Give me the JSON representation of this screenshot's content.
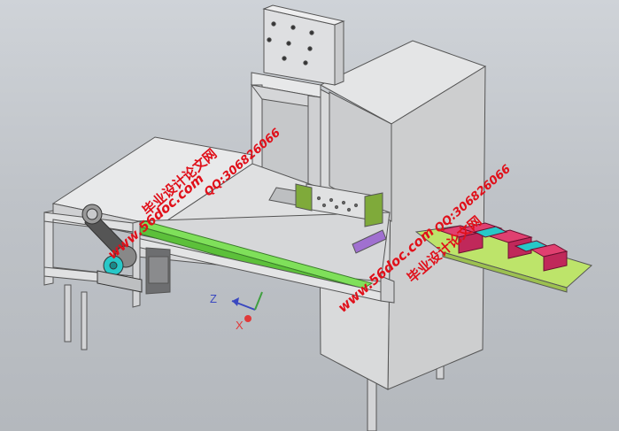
{
  "colors": {
    "background": "#c4c8cd",
    "frame": "#d8d9da",
    "frame_edge": "#555555",
    "belt_green": "#7fe05a",
    "magenta": "#d0285a",
    "cyan": "#28c8c8",
    "olive_green": "#7faa3a",
    "purple": "#a070d0",
    "watermark": "#e0101a"
  },
  "axes": {
    "z_label": "Z",
    "x_label": "X"
  },
  "watermarks": [
    {
      "site": "www.56doc.com",
      "qq": "QQ:306826066",
      "cn": "毕业设计论文网"
    },
    {
      "site": "www.56doc.com",
      "qq": "QQ:306826066",
      "cn": "毕业设计论文网"
    }
  ]
}
